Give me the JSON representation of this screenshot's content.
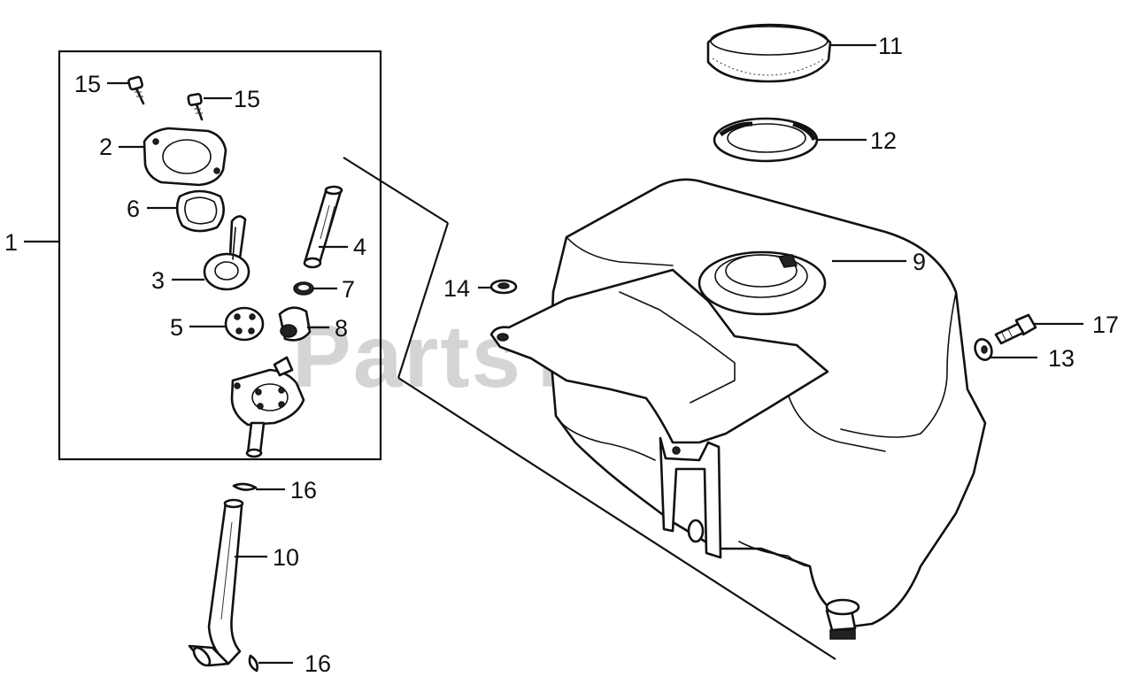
{
  "watermark": {
    "text": "PartsTree",
    "mark": "™"
  },
  "callouts": {
    "c1": "1",
    "c2": "2",
    "c3": "3",
    "c4": "4",
    "c5": "5",
    "c6": "6",
    "c7": "7",
    "c8": "8",
    "c9": "9",
    "c10": "10",
    "c11": "11",
    "c12": "12",
    "c13": "13",
    "c14": "14",
    "c15a": "15",
    "c15b": "15",
    "c16a": "16",
    "c16b": "16",
    "c17": "17"
  }
}
